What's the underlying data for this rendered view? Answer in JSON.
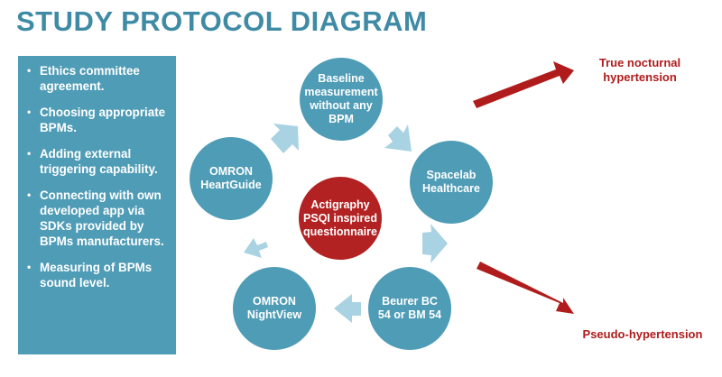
{
  "title": "STUDY PROTOCOL DIAGRAM",
  "steps": [
    "Ethics committee agreement.",
    "Choosing appropriate BPMs.",
    "Adding external triggering capability.",
    "Connecting with own developed app via SDKs provided by BPMs manufacturers.",
    "Measuring of BPMs sound level."
  ],
  "bullet": "•",
  "cycle": {
    "baseline": "Baseline measurement without any BPM",
    "spacelab": "Spacelab Healthcare",
    "beurer": "Beurer BC 54 or BM 54",
    "nightview": "OMRON NightView",
    "heartguide": "OMRON HeartGuide",
    "center": "Actigraphy PSQI inspired questionnaire"
  },
  "outcomes": {
    "top": "True nocturnal hypertension",
    "bottom": "Pseudo-hypertension"
  },
  "colors": {
    "title": "#3f8ba6",
    "panel": "#4f9cb6",
    "node": "#4f9cb6",
    "center": "#b22222",
    "outcome": "#b01c1c",
    "cycle_arrow": "#a9d3e2",
    "outcome_arrow": "#b01c1c"
  }
}
